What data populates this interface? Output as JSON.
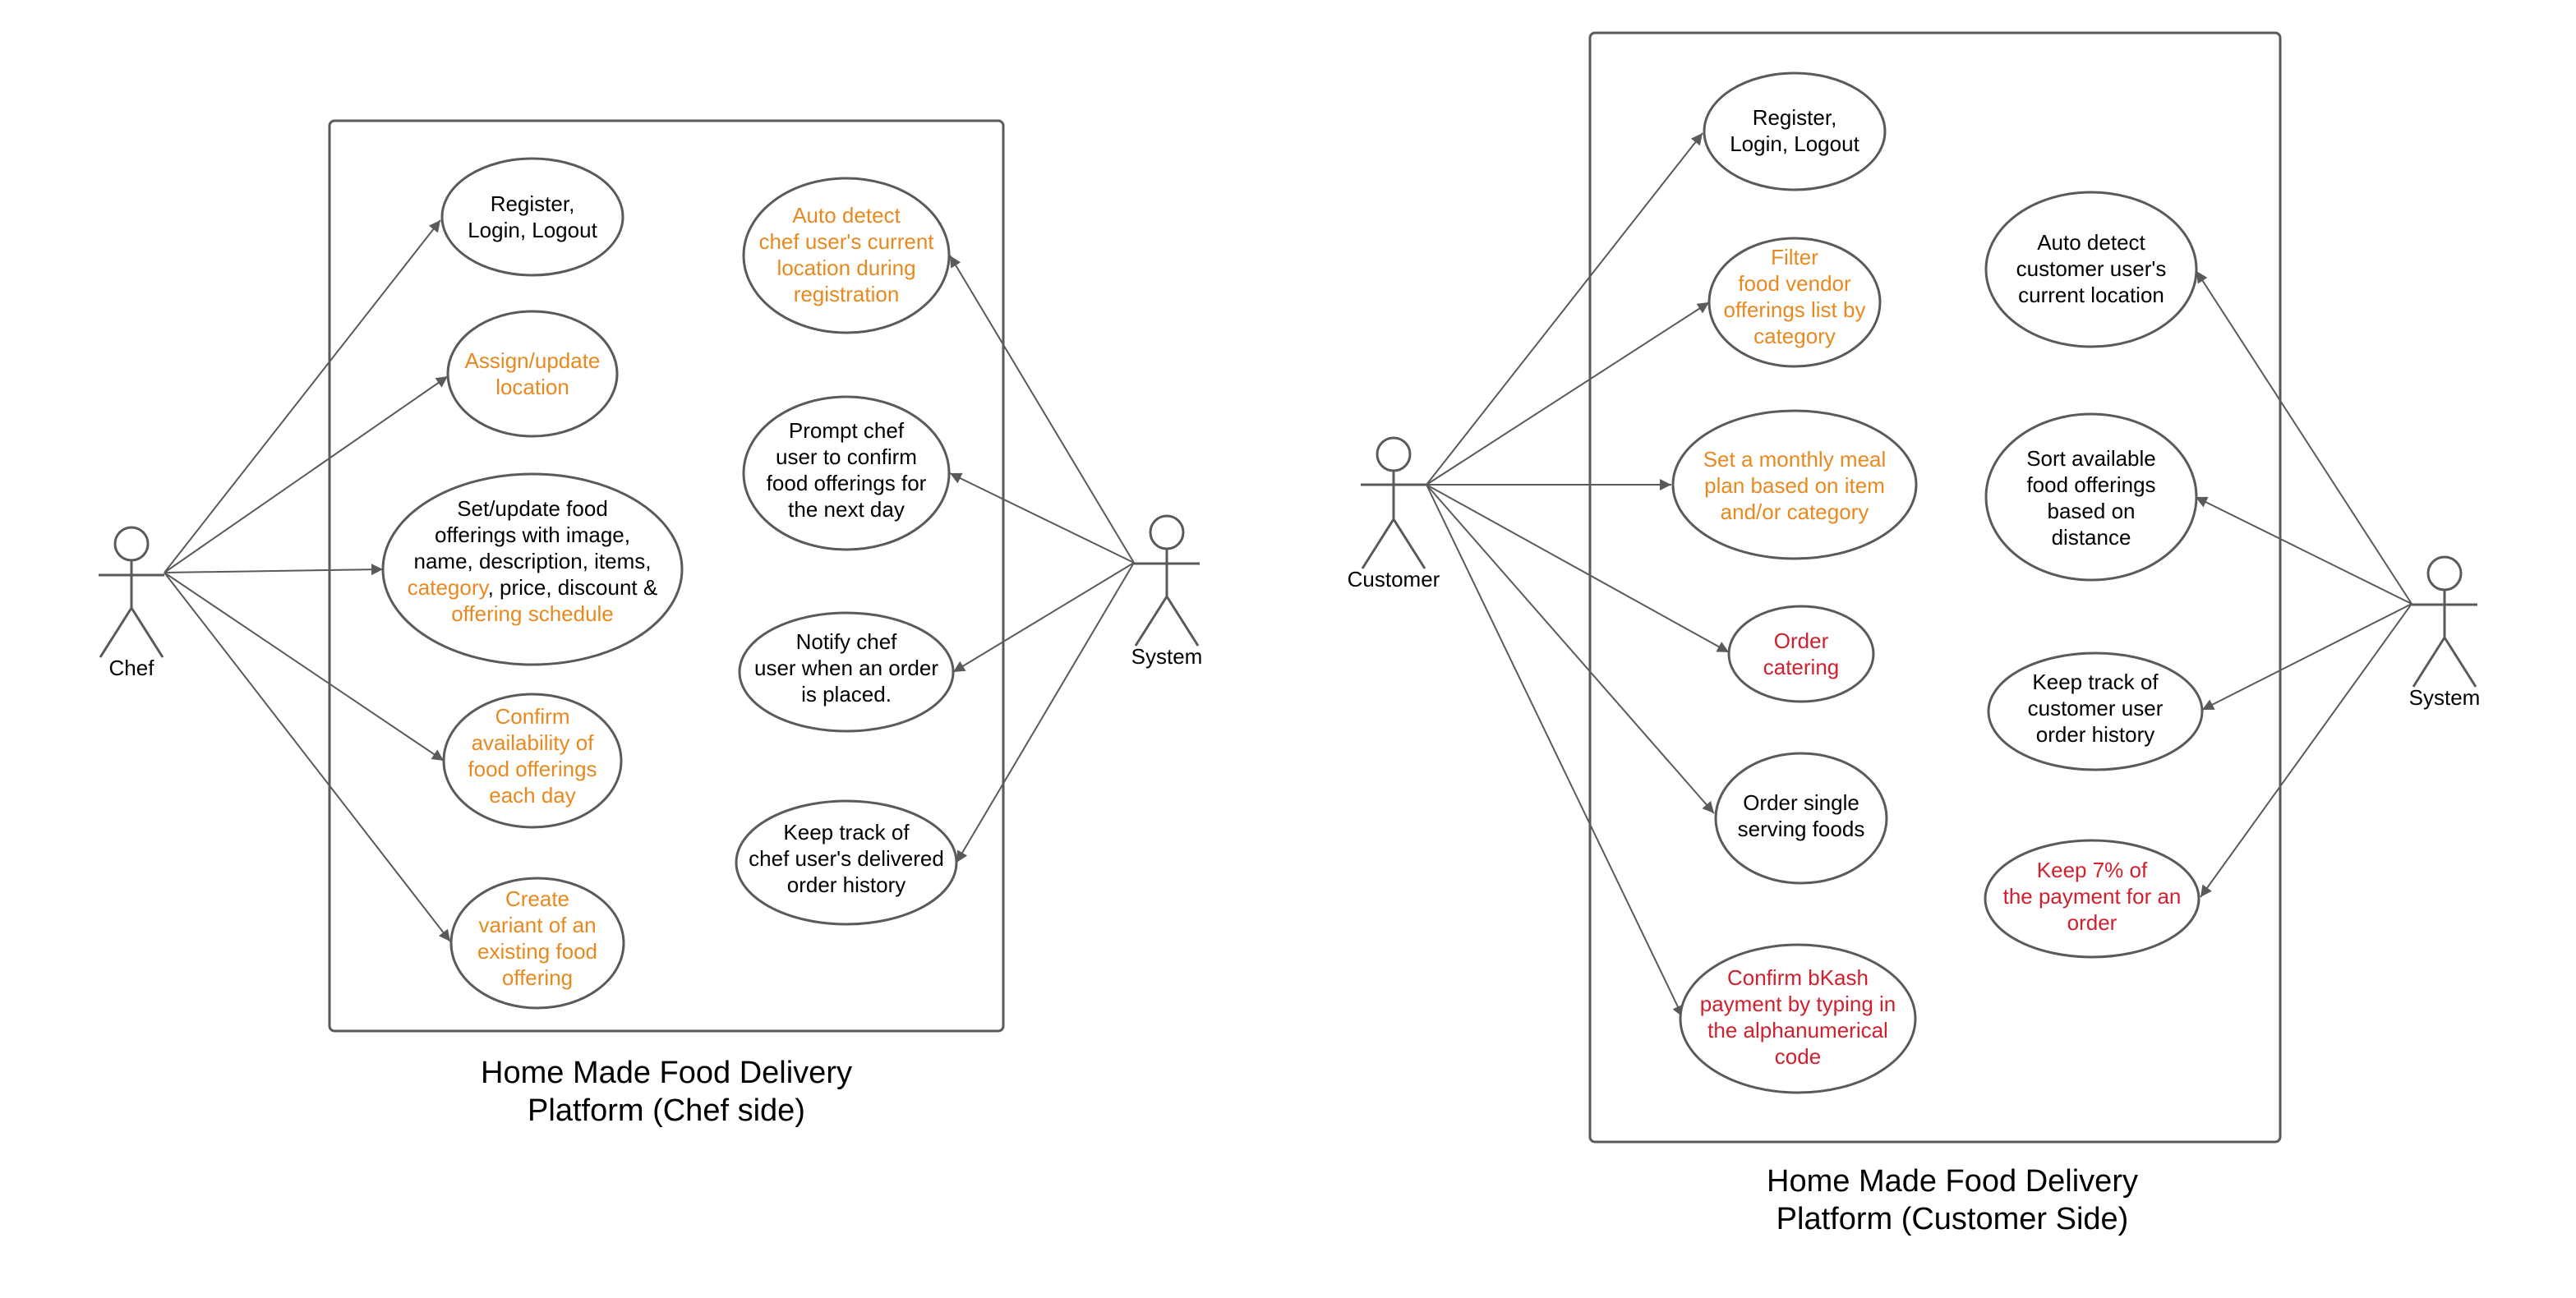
{
  "colors": {
    "line": "#5a5a5a",
    "text_default": "#000000",
    "text_orange": "#e8891f",
    "text_red": "#d0202e"
  },
  "chef_side": {
    "title_line1": "Home Made Food Delivery",
    "title_line2": "Platform (Chef side)",
    "actors": {
      "chef": "Chef",
      "system": "System"
    },
    "use_cases": {
      "register": {
        "lines": [
          [
            "Register,"
          ],
          [
            "Login, Logout"
          ]
        ]
      },
      "assign_location": {
        "lines": [
          [
            {
              "t": "Assign/update",
              "c": "orange"
            }
          ],
          [
            {
              "t": "location",
              "c": "orange"
            }
          ]
        ]
      },
      "set_offerings": {
        "lines": [
          [
            "Set/update food"
          ],
          [
            "offerings with image,"
          ],
          [
            "name, description, items,"
          ],
          [
            {
              "t": "category",
              "c": "orange"
            },
            ", price, discount &"
          ],
          [
            {
              "t": "offering schedule",
              "c": "orange"
            }
          ]
        ]
      },
      "confirm_availability": {
        "lines": [
          [
            {
              "t": "Confirm",
              "c": "orange"
            }
          ],
          [
            {
              "t": "availability of",
              "c": "orange"
            }
          ],
          [
            {
              "t": "food offerings",
              "c": "orange"
            }
          ],
          [
            {
              "t": "each day",
              "c": "orange"
            }
          ]
        ]
      },
      "create_variant": {
        "lines": [
          [
            {
              "t": "Create",
              "c": "orange"
            }
          ],
          [
            {
              "t": "variant of an",
              "c": "orange"
            }
          ],
          [
            {
              "t": "existing food",
              "c": "orange"
            }
          ],
          [
            {
              "t": "offering",
              "c": "orange"
            }
          ]
        ]
      },
      "auto_detect": {
        "lines": [
          [
            {
              "t": "Auto detect",
              "c": "orange"
            }
          ],
          [
            {
              "t": "chef user's current",
              "c": "orange"
            }
          ],
          [
            {
              "t": "location during",
              "c": "orange"
            }
          ],
          [
            {
              "t": "registration",
              "c": "orange"
            }
          ]
        ]
      },
      "prompt_confirm": {
        "lines": [
          [
            "Prompt chef"
          ],
          [
            "user to confirm"
          ],
          [
            "food offerings for"
          ],
          [
            "the next day"
          ]
        ]
      },
      "notify_order": {
        "lines": [
          [
            "Notify chef"
          ],
          [
            "user when an order"
          ],
          [
            "is placed."
          ]
        ]
      },
      "track_delivered": {
        "lines": [
          [
            "Keep track of"
          ],
          [
            "chef user's delivered"
          ],
          [
            "order history"
          ]
        ]
      }
    }
  },
  "customer_side": {
    "title_line1": "Home Made Food Delivery",
    "title_line2": "Platform (Customer Side)",
    "actors": {
      "customer": "Customer",
      "system": "System"
    },
    "use_cases": {
      "register": {
        "lines": [
          [
            "Register,"
          ],
          [
            "Login, Logout"
          ]
        ]
      },
      "filter": {
        "lines": [
          [
            {
              "t": "Filter",
              "c": "orange"
            }
          ],
          [
            {
              "t": "food vendor",
              "c": "orange"
            }
          ],
          [
            {
              "t": "offerings list by",
              "c": "orange"
            }
          ],
          [
            {
              "t": "category",
              "c": "orange"
            }
          ]
        ]
      },
      "meal_plan": {
        "lines": [
          [
            {
              "t": "Set a monthly meal",
              "c": "orange"
            }
          ],
          [
            {
              "t": "plan based on item",
              "c": "orange"
            }
          ],
          [
            {
              "t": "and/or category",
              "c": "orange"
            }
          ]
        ]
      },
      "order_catering": {
        "lines": [
          [
            {
              "t": "Order",
              "c": "red"
            }
          ],
          [
            {
              "t": "catering",
              "c": "red"
            }
          ]
        ]
      },
      "order_single": {
        "lines": [
          [
            "Order single"
          ],
          [
            "serving foods"
          ]
        ]
      },
      "confirm_bkash": {
        "lines": [
          [
            {
              "t": "Confirm bKash",
              "c": "red"
            }
          ],
          [
            {
              "t": "payment by typing in",
              "c": "red"
            }
          ],
          [
            {
              "t": "the alphanumerical",
              "c": "red"
            }
          ],
          [
            {
              "t": "code",
              "c": "red"
            }
          ]
        ]
      },
      "auto_detect": {
        "lines": [
          [
            "Auto detect"
          ],
          [
            "customer user's"
          ],
          [
            "current location"
          ]
        ]
      },
      "sort_offerings": {
        "lines": [
          [
            "Sort available"
          ],
          [
            "food offerings"
          ],
          [
            "based on"
          ],
          [
            "distance"
          ]
        ]
      },
      "track_history": {
        "lines": [
          [
            "Keep track of"
          ],
          [
            "customer user"
          ],
          [
            "order history"
          ]
        ]
      },
      "keep_percent": {
        "lines": [
          [
            {
              "t": "Keep 7% of",
              "c": "red"
            }
          ],
          [
            {
              "t": "the payment for an",
              "c": "red"
            }
          ],
          [
            {
              "t": "order",
              "c": "red"
            }
          ]
        ]
      }
    }
  }
}
